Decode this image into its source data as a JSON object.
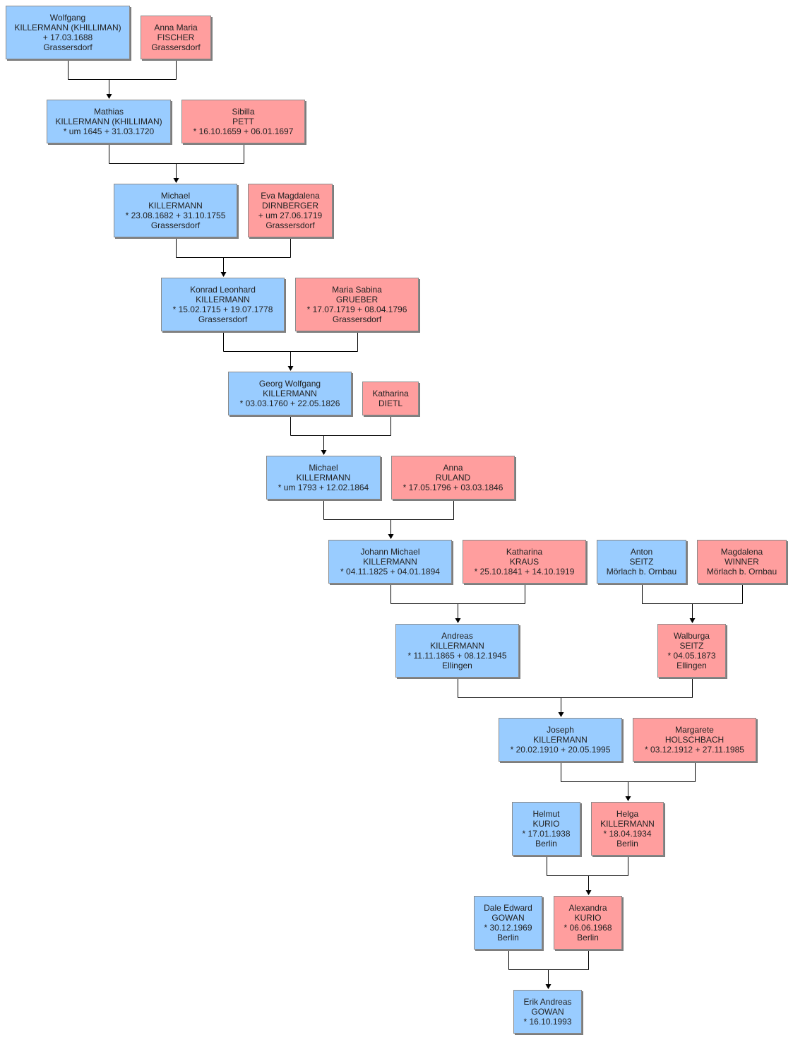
{
  "colors": {
    "male": "#99ccff",
    "female": "#ff9e9e",
    "line": "#000000"
  },
  "persons": [
    {
      "id": "p01",
      "sex": "m",
      "lines": [
        "Wolfgang",
        "KILLERMANN (KHILLIMAN)",
        "+ 17.03.1688",
        "Grassersdorf"
      ]
    },
    {
      "id": "p02",
      "sex": "f",
      "lines": [
        "Anna Maria",
        "FISCHER",
        "Grassersdorf"
      ]
    },
    {
      "id": "p03",
      "sex": "m",
      "lines": [
        "Mathias",
        "KILLERMANN (KHILLIMAN)",
        "* um 1645  + 31.03.1720"
      ]
    },
    {
      "id": "p04",
      "sex": "f",
      "lines": [
        "Sibilla",
        "PETT",
        "* 16.10.1659  + 06.01.1697"
      ]
    },
    {
      "id": "p05",
      "sex": "m",
      "lines": [
        "Michael",
        "KILLERMANN",
        "* 23.08.1682  + 31.10.1755",
        "Grassersdorf"
      ]
    },
    {
      "id": "p06",
      "sex": "f",
      "lines": [
        "Eva Magdalena",
        "DIRNBERGER",
        "+ um 27.06.1719",
        "Grassersdorf"
      ]
    },
    {
      "id": "p07",
      "sex": "m",
      "lines": [
        "Konrad Leonhard",
        "KILLERMANN",
        "* 15.02.1715  + 19.07.1778",
        "Grassersdorf"
      ]
    },
    {
      "id": "p08",
      "sex": "f",
      "lines": [
        "Maria Sabina",
        "GRUEBER",
        "* 17.07.1719  + 08.04.1796",
        "Grassersdorf"
      ]
    },
    {
      "id": "p09",
      "sex": "m",
      "lines": [
        "Georg Wolfgang",
        "KILLERMANN",
        "* 03.03.1760  + 22.05.1826"
      ]
    },
    {
      "id": "p10",
      "sex": "f",
      "lines": [
        "Katharina",
        "DIETL"
      ]
    },
    {
      "id": "p11",
      "sex": "m",
      "lines": [
        "Michael",
        "KILLERMANN",
        "* um 1793  + 12.02.1864"
      ]
    },
    {
      "id": "p12",
      "sex": "f",
      "lines": [
        "Anna",
        "RULAND",
        "* 17.05.1796  + 03.03.1846"
      ]
    },
    {
      "id": "p13",
      "sex": "m",
      "lines": [
        "Johann Michael",
        "KILLERMANN",
        "* 04.11.1825  + 04.01.1894"
      ]
    },
    {
      "id": "p14",
      "sex": "f",
      "lines": [
        "Katharina",
        "KRAUS",
        "* 25.10.1841  + 14.10.1919"
      ]
    },
    {
      "id": "p15",
      "sex": "m",
      "lines": [
        "Anton",
        "SEITZ",
        "Mörlach b. Ornbau"
      ]
    },
    {
      "id": "p16",
      "sex": "f",
      "lines": [
        "Magdalena",
        "WINNER",
        "Mörlach b. Ornbau"
      ]
    },
    {
      "id": "p17",
      "sex": "m",
      "lines": [
        "Andreas",
        "KILLERMANN",
        "* 11.11.1865  + 08.12.1945",
        "Ellingen"
      ]
    },
    {
      "id": "p18",
      "sex": "f",
      "lines": [
        "Walburga",
        "SEITZ",
        "* 04.05.1873",
        "Ellingen"
      ]
    },
    {
      "id": "p19",
      "sex": "m",
      "lines": [
        "Joseph",
        "KILLERMANN",
        "* 20.02.1910  + 20.05.1995"
      ]
    },
    {
      "id": "p20",
      "sex": "f",
      "lines": [
        "Margarete",
        "HOLSCHBACH",
        "* 03.12.1912  + 27.11.1985"
      ]
    },
    {
      "id": "p21",
      "sex": "m",
      "lines": [
        "Helmut",
        "KURIO",
        "* 17.01.1938",
        "Berlin"
      ]
    },
    {
      "id": "p22",
      "sex": "f",
      "lines": [
        "Helga",
        "KILLERMANN",
        "* 18.04.1934",
        "Berlin"
      ]
    },
    {
      "id": "p23",
      "sex": "m",
      "lines": [
        "Dale Edward",
        "GOWAN",
        "* 30.12.1969",
        "Berlin"
      ]
    },
    {
      "id": "p24",
      "sex": "f",
      "lines": [
        "Alexandra",
        "KURIO",
        "* 06.06.1968",
        "Berlin"
      ]
    },
    {
      "id": "p25",
      "sex": "m",
      "lines": [
        "Erik Andreas",
        "GOWAN",
        "* 16.10.1993"
      ]
    }
  ],
  "unions": [
    {
      "father": "p01",
      "mother": "p02",
      "child": "p03"
    },
    {
      "father": "p03",
      "mother": "p04",
      "child": "p05"
    },
    {
      "father": "p05",
      "mother": "p06",
      "child": "p07"
    },
    {
      "father": "p07",
      "mother": "p08",
      "child": "p09"
    },
    {
      "father": "p09",
      "mother": "p10",
      "child": "p11"
    },
    {
      "father": "p11",
      "mother": "p12",
      "child": "p13"
    },
    {
      "father": "p13",
      "mother": "p14",
      "child": "p17"
    },
    {
      "father": "p15",
      "mother": "p16",
      "child": "p18"
    },
    {
      "father": "p17",
      "mother": "p18",
      "child": "p19"
    },
    {
      "father": "p19",
      "mother": "p20",
      "child": "p22"
    },
    {
      "father": "p21",
      "mother": "p22",
      "child": "p24"
    },
    {
      "father": "p23",
      "mother": "p24",
      "child": "p25"
    }
  ]
}
